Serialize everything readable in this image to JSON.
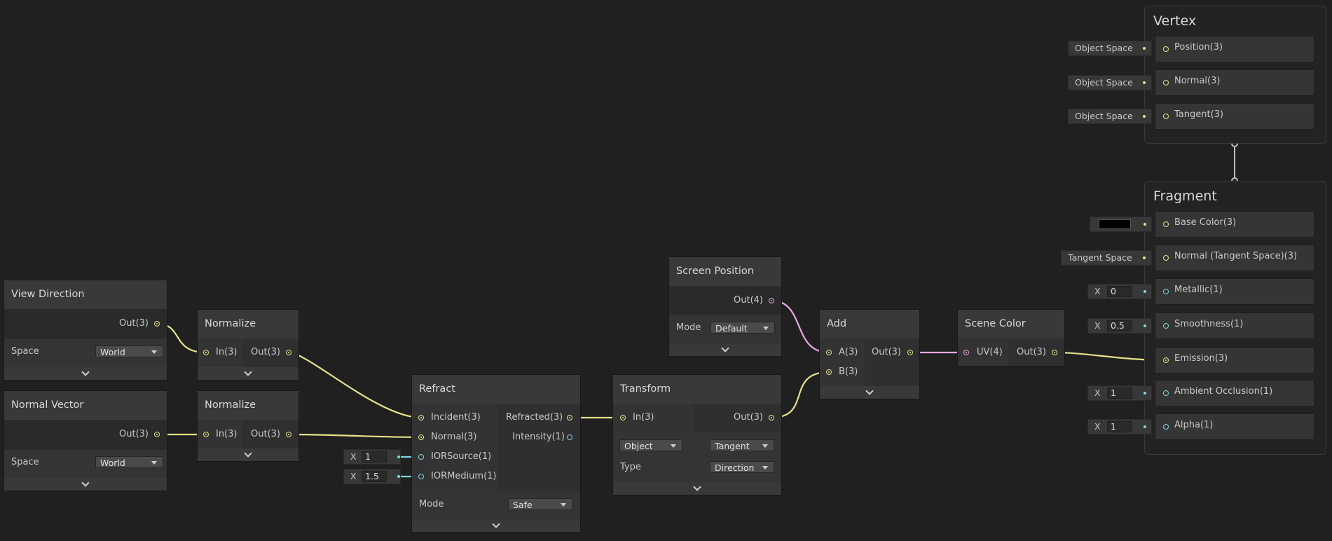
{
  "vertex": {
    "title": "Vertex",
    "slots": [
      {
        "label": "Position(3)",
        "input": "Object Space"
      },
      {
        "label": "Normal(3)",
        "input": "Object Space"
      },
      {
        "label": "Tangent(3)",
        "input": "Object Space"
      }
    ]
  },
  "fragment": {
    "title": "Fragment",
    "slots": [
      {
        "label": "Base Color(3)",
        "input_type": "color",
        "color": "#000000"
      },
      {
        "label": "Normal (Tangent Space)(3)",
        "input": "Tangent Space"
      },
      {
        "label": "Metallic(1)",
        "axis": "X",
        "value": "0"
      },
      {
        "label": "Smoothness(1)",
        "axis": "X",
        "value": "0.5"
      },
      {
        "label": "Emission(3)"
      },
      {
        "label": "Ambient Occlusion(1)",
        "axis": "X",
        "value": "1"
      },
      {
        "label": "Alpha(1)",
        "axis": "X",
        "value": "1"
      }
    ]
  },
  "nodes": {
    "view_direction": {
      "title": "View Direction",
      "out": "Out(3)",
      "space_label": "Space",
      "space_value": "World"
    },
    "normal_vector": {
      "title": "Normal Vector",
      "out": "Out(3)",
      "space_label": "Space",
      "space_value": "World"
    },
    "normalize_1": {
      "title": "Normalize",
      "in": "In(3)",
      "out": "Out(3)"
    },
    "normalize_2": {
      "title": "Normalize",
      "in": "In(3)",
      "out": "Out(3)"
    },
    "refract": {
      "title": "Refract",
      "inputs": [
        "Incident(3)",
        "Normal(3)",
        "IORSource(1)",
        "IORMedium(1)"
      ],
      "outputs": [
        "Refracted(3)",
        "Intensity(1)"
      ],
      "ior_source": {
        "axis": "X",
        "value": "1"
      },
      "ior_medium": {
        "axis": "X",
        "value": "1.5"
      },
      "mode_label": "Mode",
      "mode_value": "Safe"
    },
    "screen_position": {
      "title": "Screen Position",
      "out": "Out(4)",
      "mode_label": "Mode",
      "mode_value": "Default"
    },
    "transform": {
      "title": "Transform",
      "in": "In(3)",
      "out": "Out(3)",
      "from": "Object",
      "to": "Tangent",
      "type_label": "Type",
      "type_value": "Direction"
    },
    "add": {
      "title": "Add",
      "in_a": "A(3)",
      "in_b": "B(3)",
      "out": "Out(3)"
    },
    "scene_color": {
      "title": "Scene Color",
      "in": "UV(4)",
      "out": "Out(3)"
    }
  },
  "colors": {
    "background": "#202020",
    "vector3": "#e6e28a",
    "vector1": "#7ed6e4",
    "vector4": "#e9a6e2"
  }
}
